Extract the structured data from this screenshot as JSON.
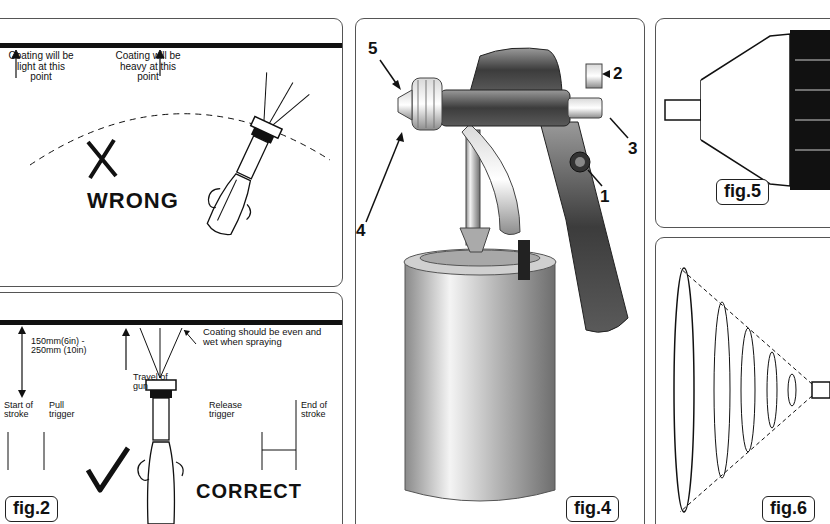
{
  "diagram": {
    "nodes": [
      {
        "text": [
          "Coating will be light at this point",
          "Coating will be heavy at this point",
          "WRONG"
        ]
      },
      {
        "text": [
          "150mm(6in) - 250mm (10in)",
          "Coating should be even and wet when spraying",
          "Travel of gun",
          "Start of stroke",
          "Pull trigger",
          "Release trigger",
          "End of stroke",
          "CORRECT"
        ]
      },
      {
        "text": [
          "fig.2"
        ],
        "in": 1
      },
      {
        "text": []
      },
      {
        "text": [
          "fig.4"
        ],
        "in": 3
      },
      {
        "text": []
      },
      {
        "text": [
          "fig.5"
        ],
        "in": 5
      },
      {
        "text": []
      },
      {
        "text": [
          "fig.6"
        ],
        "in": 7
      }
    ],
    "labels": [
      "5",
      "2",
      "1",
      "3",
      "4"
    ]
  }
}
